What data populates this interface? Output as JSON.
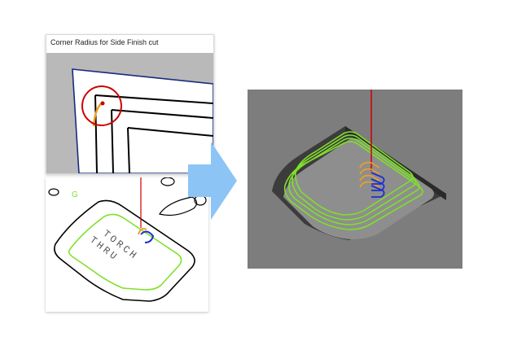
{
  "panels": {
    "corner_radius": {
      "caption": "Corner Radius for Side Finish cut"
    },
    "torch_part": {
      "engraving_line1": "TORCH",
      "engraving_line2": "THRU"
    },
    "view_3d": {}
  },
  "colors": {
    "toolpath_green": "#7fe02a",
    "toolpath_orange": "#f0a020",
    "tool_blue": "#1f2fd0",
    "torch_red": "#cc0000",
    "arrow_blue": "#8cc4f6",
    "viewport_gray": "#7d7d7d"
  },
  "icons": [
    "right-arrow-icon",
    "corner-highlight-circle-icon"
  ]
}
